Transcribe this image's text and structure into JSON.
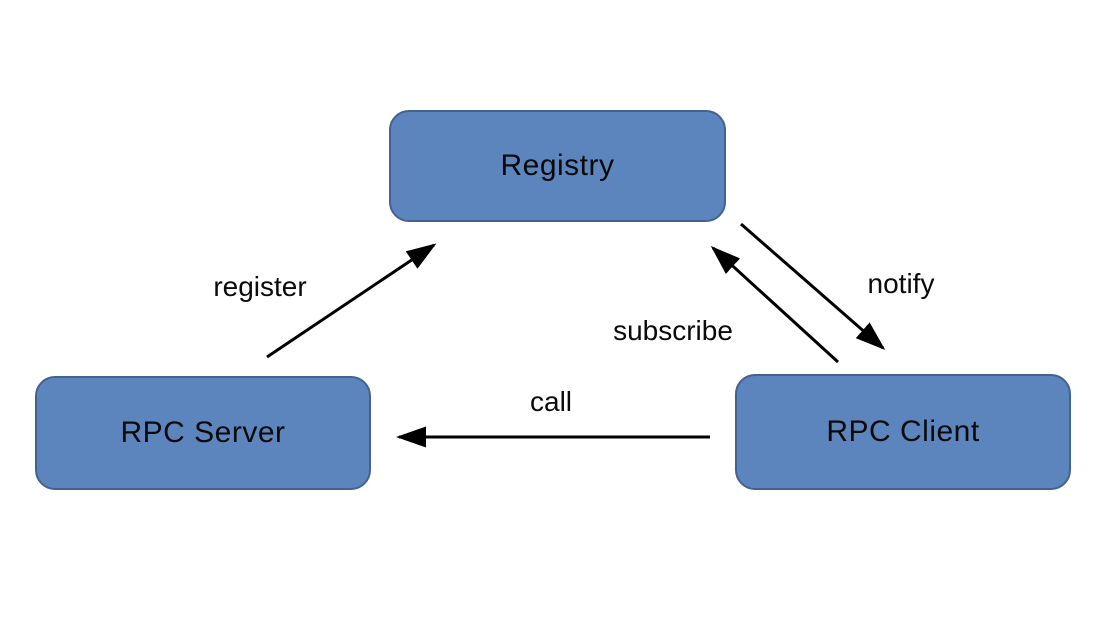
{
  "diagram": {
    "type": "architecture-diagram",
    "nodes": [
      {
        "id": "registry",
        "label": "Registry"
      },
      {
        "id": "rpc-server",
        "label": "RPC Server"
      },
      {
        "id": "rpc-client",
        "label": "RPC Client"
      }
    ],
    "edges": [
      {
        "id": "register",
        "label": "register",
        "from": "rpc-server",
        "to": "registry"
      },
      {
        "id": "subscribe",
        "label": "subscribe",
        "from": "rpc-client",
        "to": "registry"
      },
      {
        "id": "notify",
        "label": "notify",
        "from": "registry",
        "to": "rpc-client"
      },
      {
        "id": "call",
        "label": "call",
        "from": "rpc-client",
        "to": "rpc-server"
      }
    ],
    "colors": {
      "node_fill": "#5c84bd",
      "node_border": "#44628f",
      "arrow": "#000000",
      "text": "#0a0a0a",
      "background": "#ffffff"
    }
  }
}
